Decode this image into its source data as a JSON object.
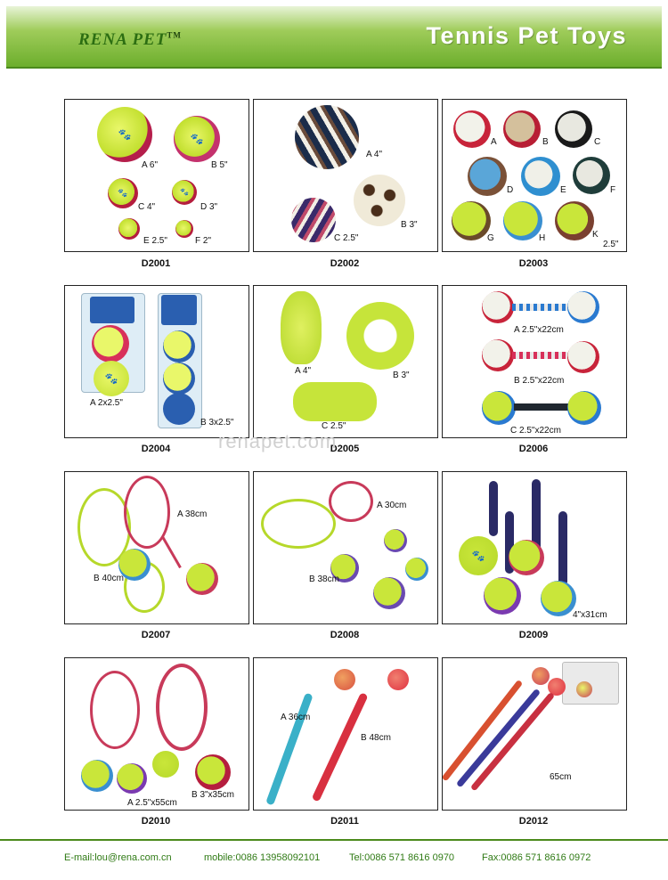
{
  "header": {
    "logo": "RENA PET",
    "trademark": "TM",
    "title": "Tennis  Pet Toys"
  },
  "watermark": "renapet.com",
  "products": [
    {
      "code": "D2001",
      "labels": [
        "A 6\"",
        "B 5\"",
        "C 4\"",
        "D 3\"",
        "E 2.5\"",
        "F 2\""
      ]
    },
    {
      "code": "D2002",
      "labels": [
        "A 4\"",
        "B 3\"",
        "C 2.5\""
      ]
    },
    {
      "code": "D2003",
      "labels": [
        "A",
        "B",
        "C",
        "D",
        "E",
        "F",
        "G",
        "H",
        "K",
        "2.5\""
      ]
    },
    {
      "code": "D2004",
      "labels": [
        "A 2x2.5\"",
        "B 3x2.5\""
      ]
    },
    {
      "code": "D2005",
      "labels": [
        "A 4\"",
        "B 3\"",
        "C 2.5\""
      ]
    },
    {
      "code": "D2006",
      "labels": [
        "A 2.5\"x22cm",
        "B 2.5\"x22cm",
        "C 2.5\"x22cm"
      ]
    },
    {
      "code": "D2007",
      "labels": [
        "A 38cm",
        "B 40cm"
      ]
    },
    {
      "code": "D2008",
      "labels": [
        "A 30cm",
        "B 38cm"
      ]
    },
    {
      "code": "D2009",
      "labels": [
        "4\"x31cm"
      ]
    },
    {
      "code": "D2010",
      "labels": [
        "A 2.5\"x55cm",
        "B  3\"x35cm"
      ]
    },
    {
      "code": "D2011",
      "labels": [
        "A 36cm",
        "B 48cm"
      ]
    },
    {
      "code": "D2012",
      "labels": [
        "65cm"
      ]
    }
  ],
  "footer": {
    "email": "E-mail:lou@rena.com.cn",
    "mobile": "mobile:0086 13958092101",
    "tel": "Tel:0086 571 8616 0970",
    "fax": "Fax:0086 571 8616 0972"
  },
  "colors": {
    "accent_green": "#6cae2c",
    "footer_text": "#2f7a14",
    "ball_yellow": "#c9e63a"
  }
}
